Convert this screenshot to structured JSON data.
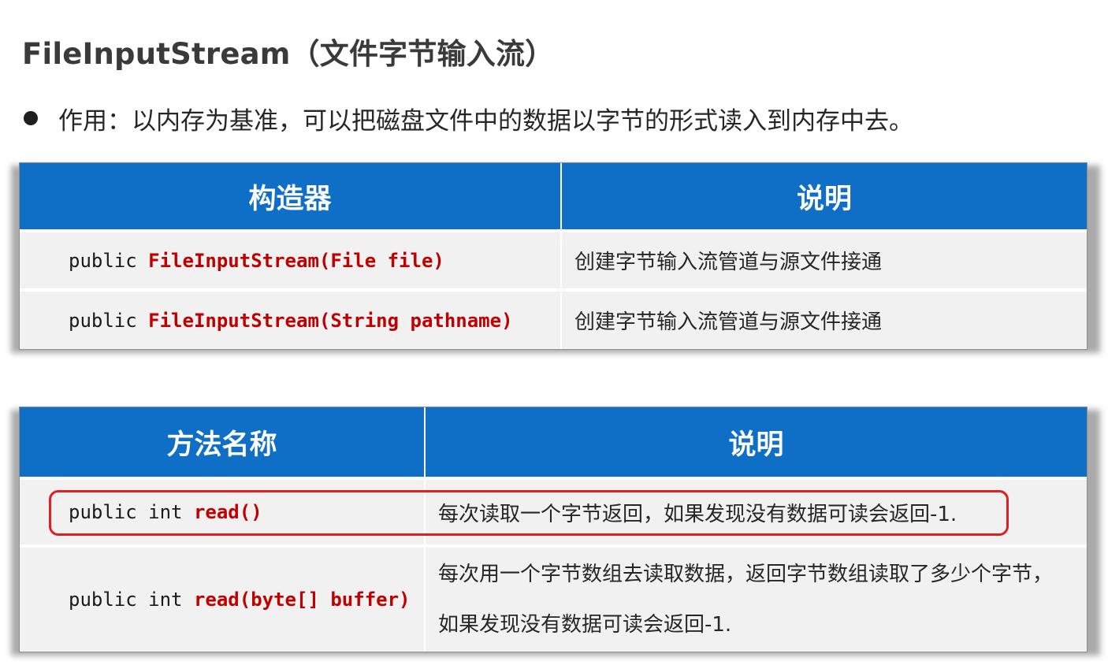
{
  "title": "FileInputStream（文件字节输入流）",
  "bullet": "作用：以内存为基准，可以把磁盘文件中的数据以字节的形式读入到内存中去。",
  "constructors_table": {
    "headers": [
      "构造器",
      "说明"
    ],
    "rows": [
      {
        "prefix": "public ",
        "signature": "FileInputStream(File file)",
        "description": "创建字节输入流管道与源文件接通"
      },
      {
        "prefix": "public ",
        "signature": "FileInputStream(String pathname)",
        "description": "创建字节输入流管道与源文件接通"
      }
    ]
  },
  "methods_table": {
    "headers": [
      "方法名称",
      "说明"
    ],
    "rows": [
      {
        "prefix": "public int ",
        "signature": "read()",
        "description": "每次读取一个字节返回，如果发现没有数据可读会返回-1."
      },
      {
        "prefix": "public int ",
        "signature": "read(byte[] buffer)",
        "description_line1": "每次用一个字节数组去读取数据，返回字节数组读取了多少个字节，",
        "description_line2": "如果发现没有数据可读会返回-1."
      }
    ]
  },
  "colors": {
    "header_bg": "#0f6fc6",
    "row_bg": "#f1f1f1",
    "code_highlight": "#c00000",
    "annotation_box": "#e02020"
  }
}
